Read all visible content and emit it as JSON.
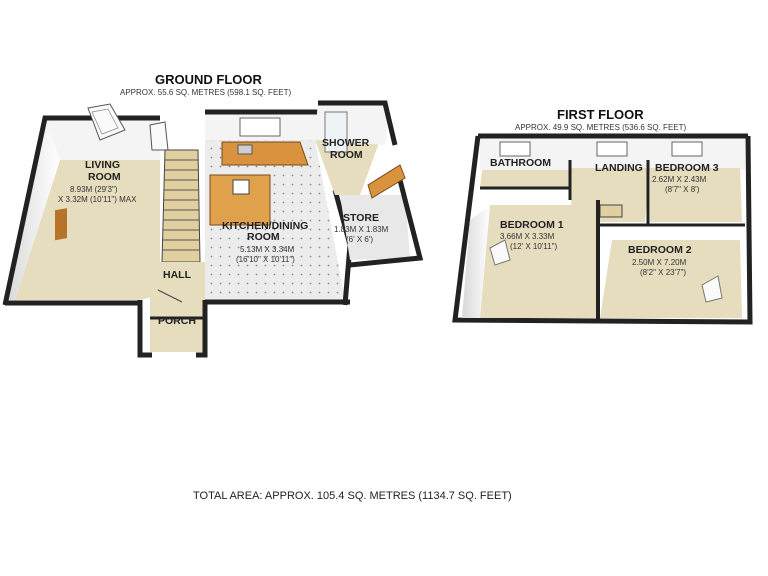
{
  "ground_floor": {
    "title": "GROUND FLOOR",
    "area": "APPROX. 55.6 SQ. METRES (598.1 SQ. FEET)",
    "rooms": {
      "living": {
        "name1": "LIVING",
        "name2": "ROOM",
        "dim1": "8.93M (29'3\")",
        "dim2": "X 3.32M (10'11\") MAX"
      },
      "shower": {
        "name1": "SHOWER",
        "name2": "ROOM"
      },
      "kitchen": {
        "name1": "KITCHEN/DINING",
        "name2": "ROOM",
        "dim1": "5.13M X 3.34M",
        "dim2": "(16'10\" X 10'11\")"
      },
      "store": {
        "name": "STORE",
        "dim1": "1.83M X 1.83M",
        "dim2": "(6' X 6')"
      },
      "hall": {
        "name": "HALL"
      },
      "porch": {
        "name": "PORCH"
      }
    }
  },
  "first_floor": {
    "title": "FIRST FLOOR",
    "area": "APPROX. 49.9 SQ. METRES (536.6 SQ. FEET)",
    "rooms": {
      "bathroom": {
        "name": "BATHROOM"
      },
      "landing": {
        "name": "LANDING"
      },
      "bedroom3": {
        "name": "BEDROOM 3",
        "dim1": "2.62M X 2.43M",
        "dim2": "(8'7\" X 8')"
      },
      "bedroom1": {
        "name": "BEDROOM 1",
        "dim1": "3.66M X 3.33M",
        "dim2": "(12' X 10'11\")"
      },
      "bedroom2": {
        "name": "BEDROOM 2",
        "dim1": "2.50M X 7.20M",
        "dim2": "(8'2\" X 23'7\")"
      }
    }
  },
  "total_area": "TOTAL AREA: APPROX. 105.4 SQ. METRES (1134.7 SQ. FEET)",
  "colors": {
    "wall": "#222222",
    "floor": "#e6ddbe",
    "wall_face": "#f7f7f7",
    "kitchen_floor": "#e8e8e8",
    "worktop": "#d9933e"
  }
}
